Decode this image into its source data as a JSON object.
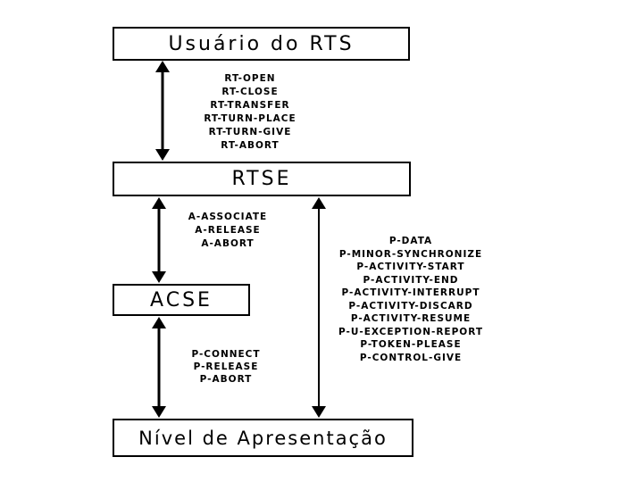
{
  "diagram": {
    "background_color": "#ffffff",
    "line_color": "#000000",
    "text_color": "#000000",
    "boxes": {
      "usuario": "Usuário do RTS",
      "rtse": "RTSE",
      "acse": "ACSE",
      "apresentacao": "Nível de Apresentação"
    },
    "primitives": {
      "rt": [
        "RT-OPEN",
        "RT-CLOSE",
        "RT-TRANSFER",
        "RT-TURN-PLACE",
        "RT-TURN-GIVE",
        "RT-ABORT"
      ],
      "a": [
        "A-ASSOCIATE",
        "A-RELEASE",
        "A-ABORT"
      ],
      "p_left": [
        "P-CONNECT",
        "P-RELEASE",
        "P-ABORT"
      ],
      "p_right": [
        "P-DATA",
        "P-MINOR-SYNCHRONIZE",
        "P-ACTIVITY-START",
        "P-ACTIVITY-END",
        "P-ACTIVITY-INTERRUPT",
        "P-ACTIVITY-DISCARD",
        "P-ACTIVITY-RESUME",
        "P-U-EXCEPTION-REPORT",
        "P-TOKEN-PLEASE",
        "P-CONTROL-GIVE"
      ]
    }
  }
}
